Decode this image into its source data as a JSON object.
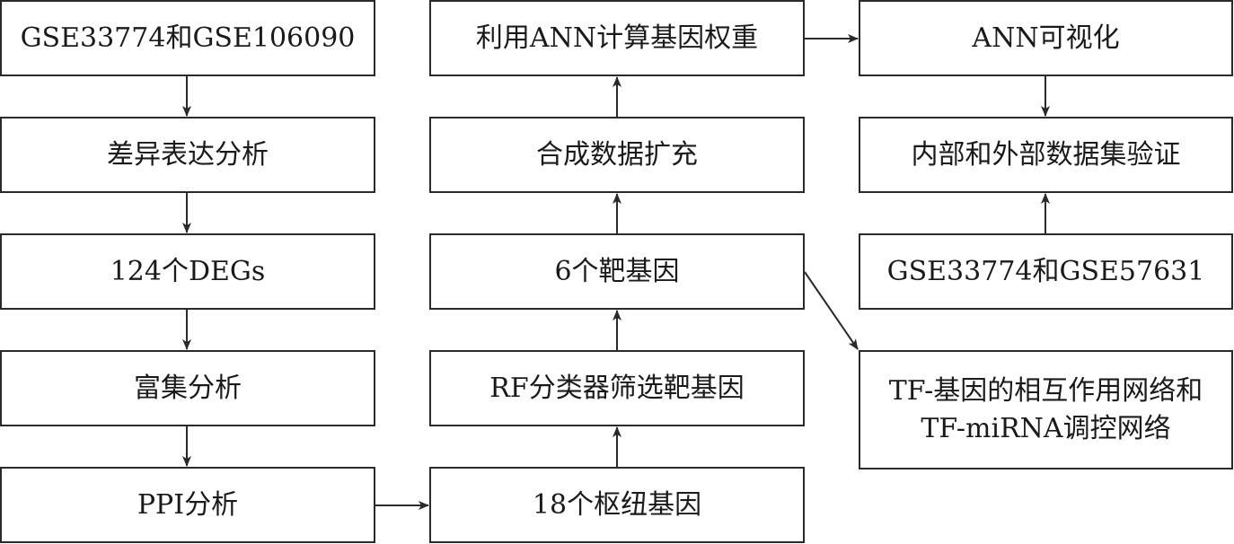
{
  "boxes": {
    "datasets": "GSE33774和GSE106090",
    "diff_analysis": "差异表达分析",
    "degs": "124个DEGs",
    "enrichment": "富集分析",
    "ppi": "PPI分析",
    "hub_genes": "18个枢纽基因",
    "rf_screen": "RF分类器筛选靶基因",
    "target_genes": "6个靶基因",
    "augmentation": "合成数据扩充",
    "ann_weights": "利用ANN计算基因权重",
    "ann_visual": "ANN可视化",
    "validation": "内部和外部数据集验证",
    "validation_sets": "GSE33774和GSE57631",
    "tf_network": "TF-基因的相互作用网络和\nTF-miRNA调控网络"
  }
}
